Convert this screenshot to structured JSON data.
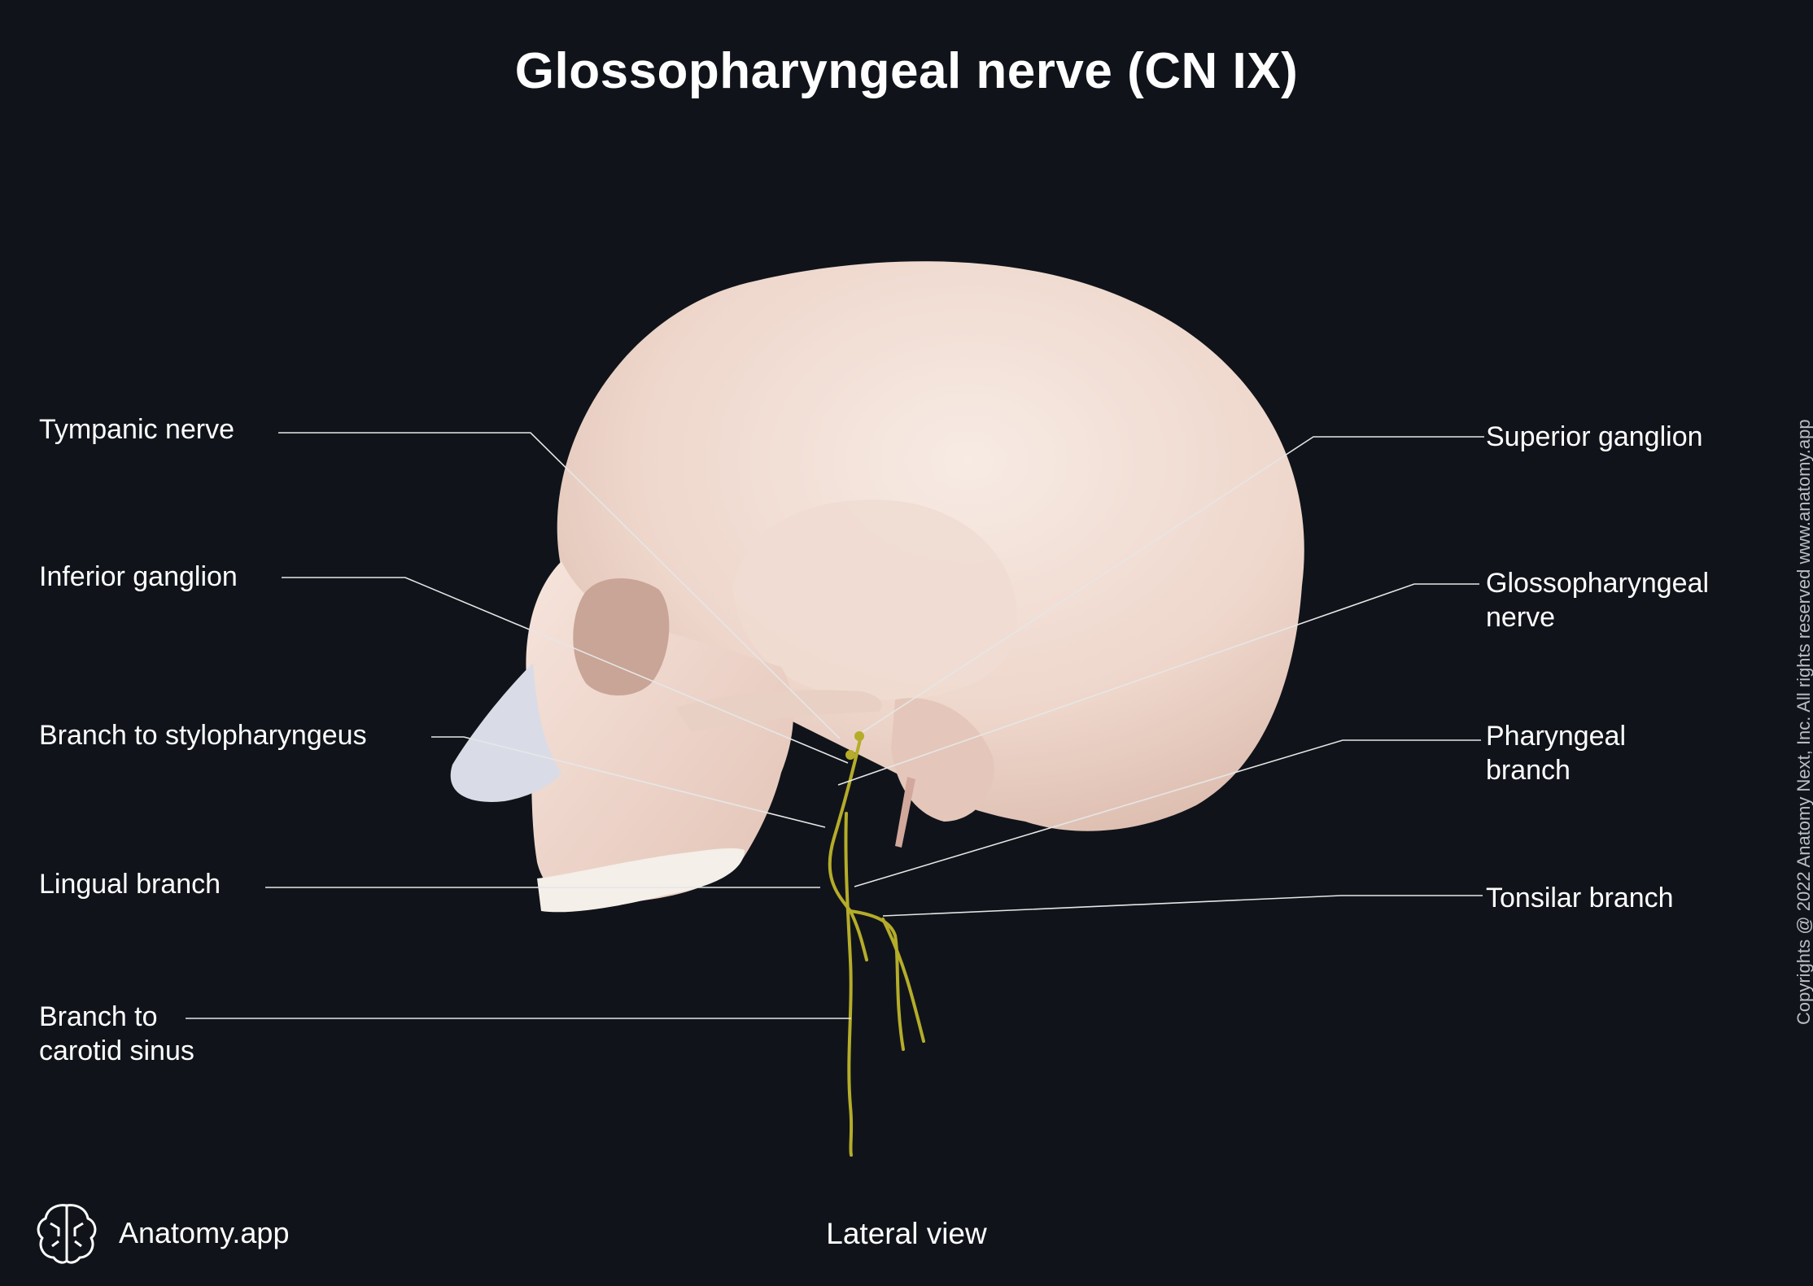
{
  "title": "Glossopharyngeal nerve (CN IX)",
  "view": "Lateral view",
  "brand": {
    "name": "Anatomy.app",
    "icon": "brain-icon"
  },
  "copyright": "Copyrights @ 2022 Anatomy Next, Inc. All rights reserved www.anatomy.app",
  "colors": {
    "background": "#10141a",
    "text": "#ffffff",
    "leader": "#e6e6e6",
    "nerve": "#b5ac2a",
    "bone": "#f2ddd3",
    "cartilage": "#d9dce6"
  },
  "labels": {
    "left": [
      {
        "lines": [
          "Tympanic nerve"
        ]
      },
      {
        "lines": [
          "Inferior ganglion"
        ]
      },
      {
        "lines": [
          "Branch to stylopharyngeus"
        ]
      },
      {
        "lines": [
          "Lingual branch"
        ]
      },
      {
        "lines": [
          "Branch to",
          "carotid sinus"
        ]
      }
    ],
    "right": [
      {
        "lines": [
          "Superior ganglion"
        ]
      },
      {
        "lines": [
          "Glossopharyngeal",
          "nerve"
        ]
      },
      {
        "lines": [
          "Pharyngeal",
          "branch"
        ]
      },
      {
        "lines": [
          "Tonsilar branch"
        ]
      }
    ]
  }
}
